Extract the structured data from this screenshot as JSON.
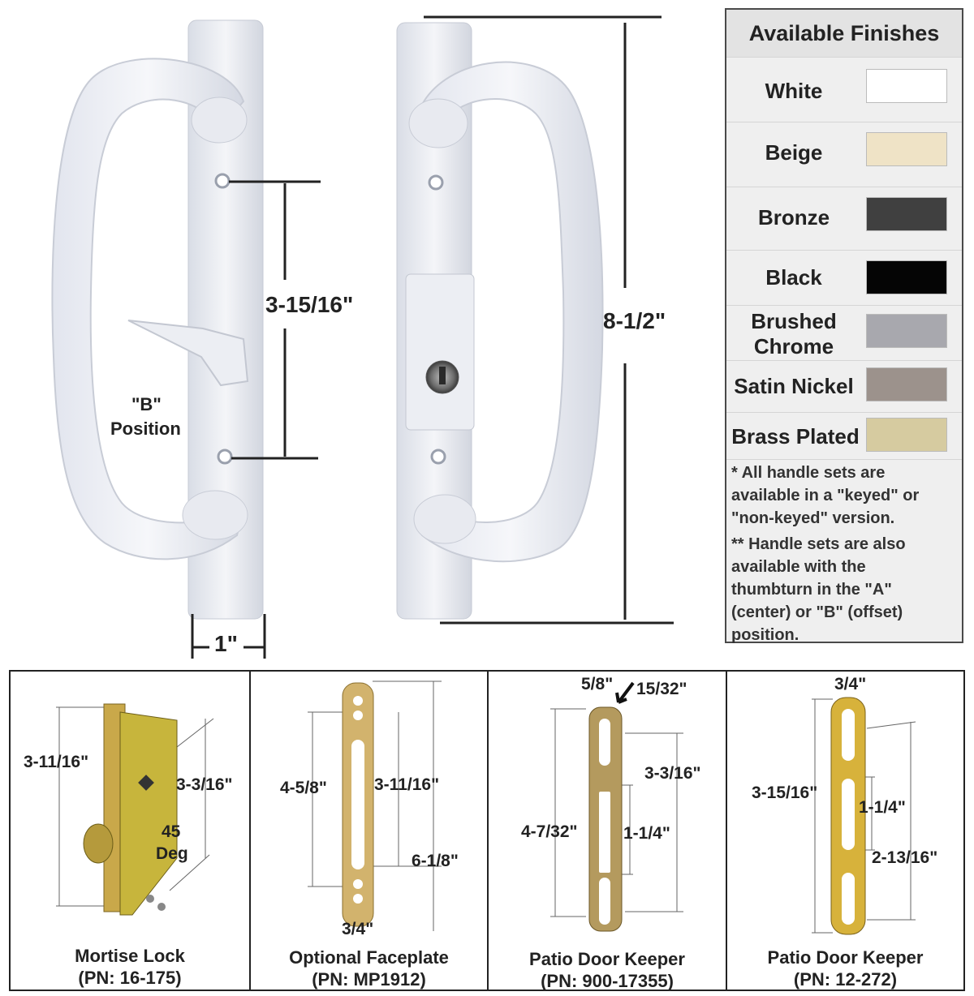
{
  "handle": {
    "spacing_label": "3-15/16\"",
    "height_label": "8-1/2\"",
    "width_label": "1\"",
    "position_label_line1": "\"B\"",
    "position_label_line2": "Position"
  },
  "finishes": {
    "title": "Available Finishes",
    "items": [
      {
        "name": "White",
        "color": "#ffffff"
      },
      {
        "name": "Beige",
        "color": "#efe3c6"
      },
      {
        "name": "Bronze",
        "color": "#404040"
      },
      {
        "name": "Black",
        "color": "#050505"
      },
      {
        "name_line1": "Brushed",
        "name_line2": "Chrome",
        "color": "#a8a8ae"
      },
      {
        "name": "Satin Nickel",
        "color": "#9c928c"
      },
      {
        "name": "Brass Plated",
        "color": "#d6cba0"
      }
    ],
    "notes": [
      "* All handle sets are",
      "available in a \"keyed\" or",
      "\"non-keyed\" version.",
      "** Handle sets are also",
      "available with the",
      "thumbturn in the \"A\"",
      "(center) or \"B\" (offset)",
      "position."
    ]
  },
  "parts": [
    {
      "name": "Mortise Lock",
      "pn": "(PN: 16-175)",
      "dims": [
        "3-11/16\"",
        "3-3/16\"",
        "45",
        "Deg"
      ]
    },
    {
      "name": "Optional Faceplate",
      "pn": "(PN: MP1912)",
      "dims": [
        "4-5/8\"",
        "3-11/16\"",
        "6-1/8\"",
        "3/4\""
      ]
    },
    {
      "name": "Patio Door Keeper",
      "pn": "(PN: 900-17355)",
      "dims": [
        "5/8\"",
        "15/32\"",
        "3-3/16\"",
        "4-7/32\"",
        "1-1/4\""
      ]
    },
    {
      "name": "Patio Door Keeper",
      "pn": "(PN: 12-272)",
      "dims": [
        "3/4\"",
        "3-15/16\"",
        "1-1/4\"",
        "2-13/16\""
      ]
    }
  ]
}
